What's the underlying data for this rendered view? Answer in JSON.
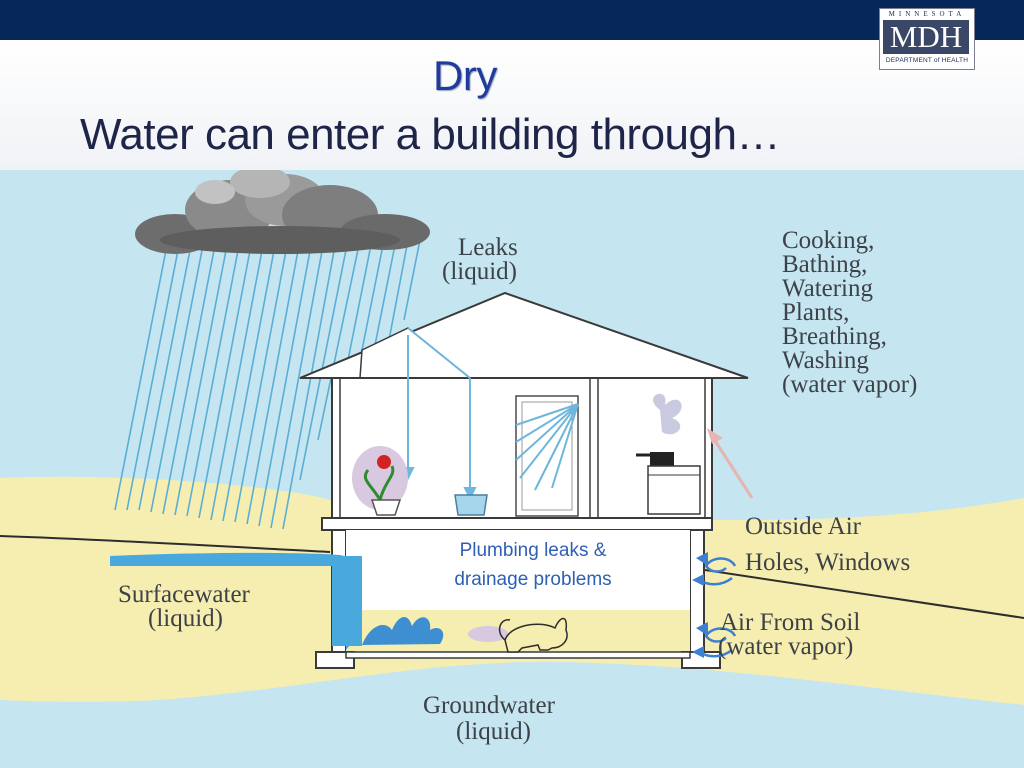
{
  "slide": {
    "title": "Dry",
    "subtitle": "Water can enter a building through…"
  },
  "logo": {
    "state": "MINNESOTA",
    "acronym": "MDH",
    "department": "DEPARTMENT of HEALTH"
  },
  "diagram": {
    "labels": {
      "leaks": [
        "Leaks",
        "(liquid)"
      ],
      "vapor_sources": [
        "Cooking,",
        "Bathing,",
        "Watering",
        "Plants,",
        "Breathing,",
        "Washing",
        "(water vapor)"
      ],
      "outside_air": [
        "Outside Air",
        "Holes, Windows"
      ],
      "air_from_soil": [
        "Air From Soil",
        "(water vapor)"
      ],
      "surfacewater": [
        "Surfacewater",
        "(liquid)"
      ],
      "groundwater": [
        "Groundwater",
        "(liquid)"
      ],
      "callout": [
        "Plumbing leaks &",
        "drainage problems"
      ]
    }
  }
}
